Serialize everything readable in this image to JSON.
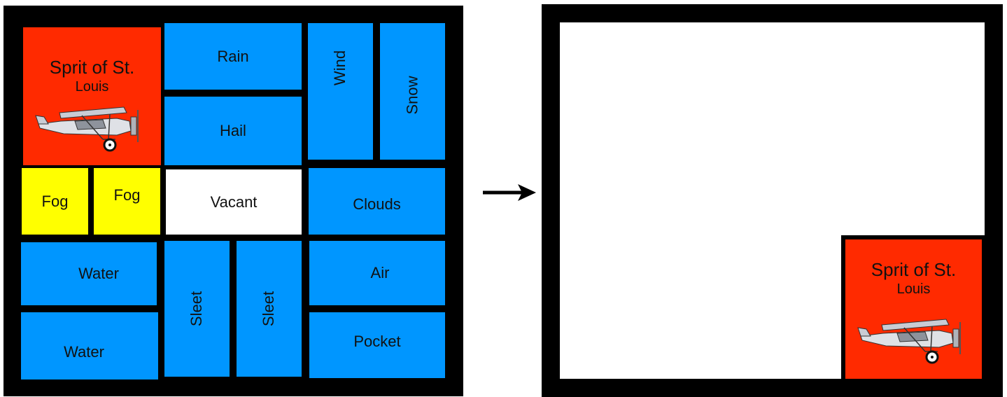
{
  "colors": {
    "frame": "#000000",
    "blue": "#0096ff",
    "yellow": "#ffff00",
    "red": "#ff2a00",
    "empty": "#ffffff"
  },
  "start_board": {
    "target_block": {
      "line1": "Sprit of St.",
      "line2": "Louis",
      "icon": "airplane-icon"
    },
    "tiles": {
      "rain": "Rain",
      "hail": "Hail",
      "wind": "Wind",
      "snow": "Snow",
      "fog_1": "Fog",
      "fog_2": "Fog",
      "vacant": "Vacant",
      "clouds": "Clouds",
      "water_1": "Water",
      "water_2": "Water",
      "sleet_1": "Sleet",
      "sleet_2": "Sleet",
      "air": "Air",
      "pocket": "Pocket"
    }
  },
  "goal_board": {
    "target_block": {
      "line1": "Sprit of St.",
      "line2": "Louis",
      "icon": "airplane-icon"
    }
  },
  "transition": {
    "icon": "right-arrow-icon"
  }
}
